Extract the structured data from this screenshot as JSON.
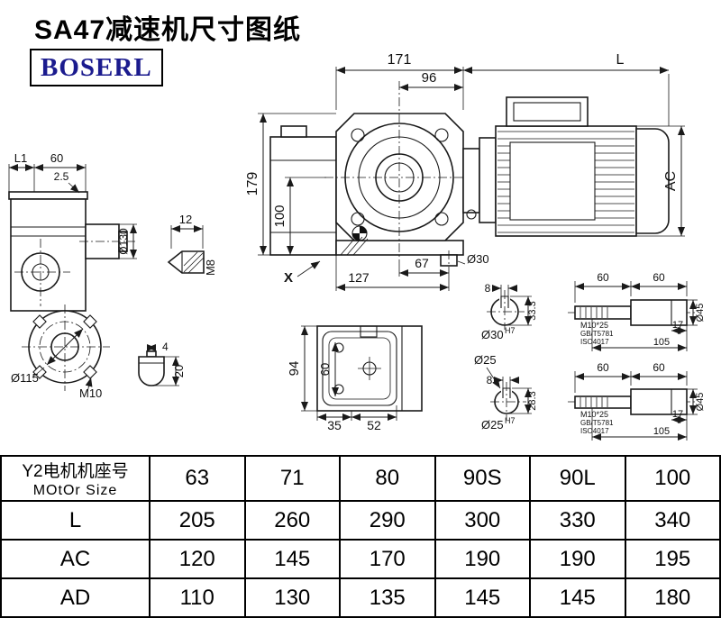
{
  "header": {
    "title": "SA47减速机尺寸图纸",
    "logo": "BOSERL"
  },
  "front": {
    "w171": "171",
    "w96": "96",
    "h179": "179",
    "h100": "100",
    "w67": "67",
    "w127": "127",
    "x": "X",
    "out_dia": "Ø30"
  },
  "motor": {
    "l": "L",
    "ac": "AC"
  },
  "side": {
    "l1": "L1",
    "w60": "60",
    "t": "2.5",
    "d130": "Ø130"
  },
  "flange": {
    "d115": "Ø115",
    "thread": "M10"
  },
  "pin": {
    "len": "12",
    "thread": "M8"
  },
  "plug": {
    "w": "4",
    "h": "20"
  },
  "bottom": {
    "h94": "94",
    "h60": "60",
    "w35": "35",
    "w52": "52"
  },
  "shaft30": {
    "key": "8",
    "depth": "33.3",
    "dia": "Ø30",
    "tol": "H7",
    "seg1": "60",
    "seg2": "60",
    "thread": "M10*25",
    "std1": "GB/T5781",
    "std2": "ISO4017",
    "l17": "17",
    "l105": "105",
    "d45": "Ø45"
  },
  "shaft25": {
    "callout": "Ø25",
    "key": "8",
    "depth": "28.3",
    "dia": "Ø25",
    "tol": "H7",
    "seg1": "60",
    "seg2": "60",
    "thread": "M10*25",
    "std1": "GB/T5781",
    "std2": "ISO4017",
    "l17": "17",
    "l105": "105",
    "d45": "Ø45"
  },
  "table": {
    "rows": [
      {
        "label": "Y2电机机座号",
        "label_en": "MOtOr Size",
        "values": [
          "63",
          "71",
          "80",
          "90S",
          "90L",
          "100"
        ]
      },
      {
        "label": "L",
        "values": [
          "205",
          "260",
          "290",
          "300",
          "330",
          "340"
        ]
      },
      {
        "label": "AC",
        "values": [
          "120",
          "145",
          "170",
          "190",
          "190",
          "195"
        ]
      },
      {
        "label": "AD",
        "values": [
          "110",
          "130",
          "135",
          "145",
          "145",
          "180"
        ]
      }
    ]
  }
}
